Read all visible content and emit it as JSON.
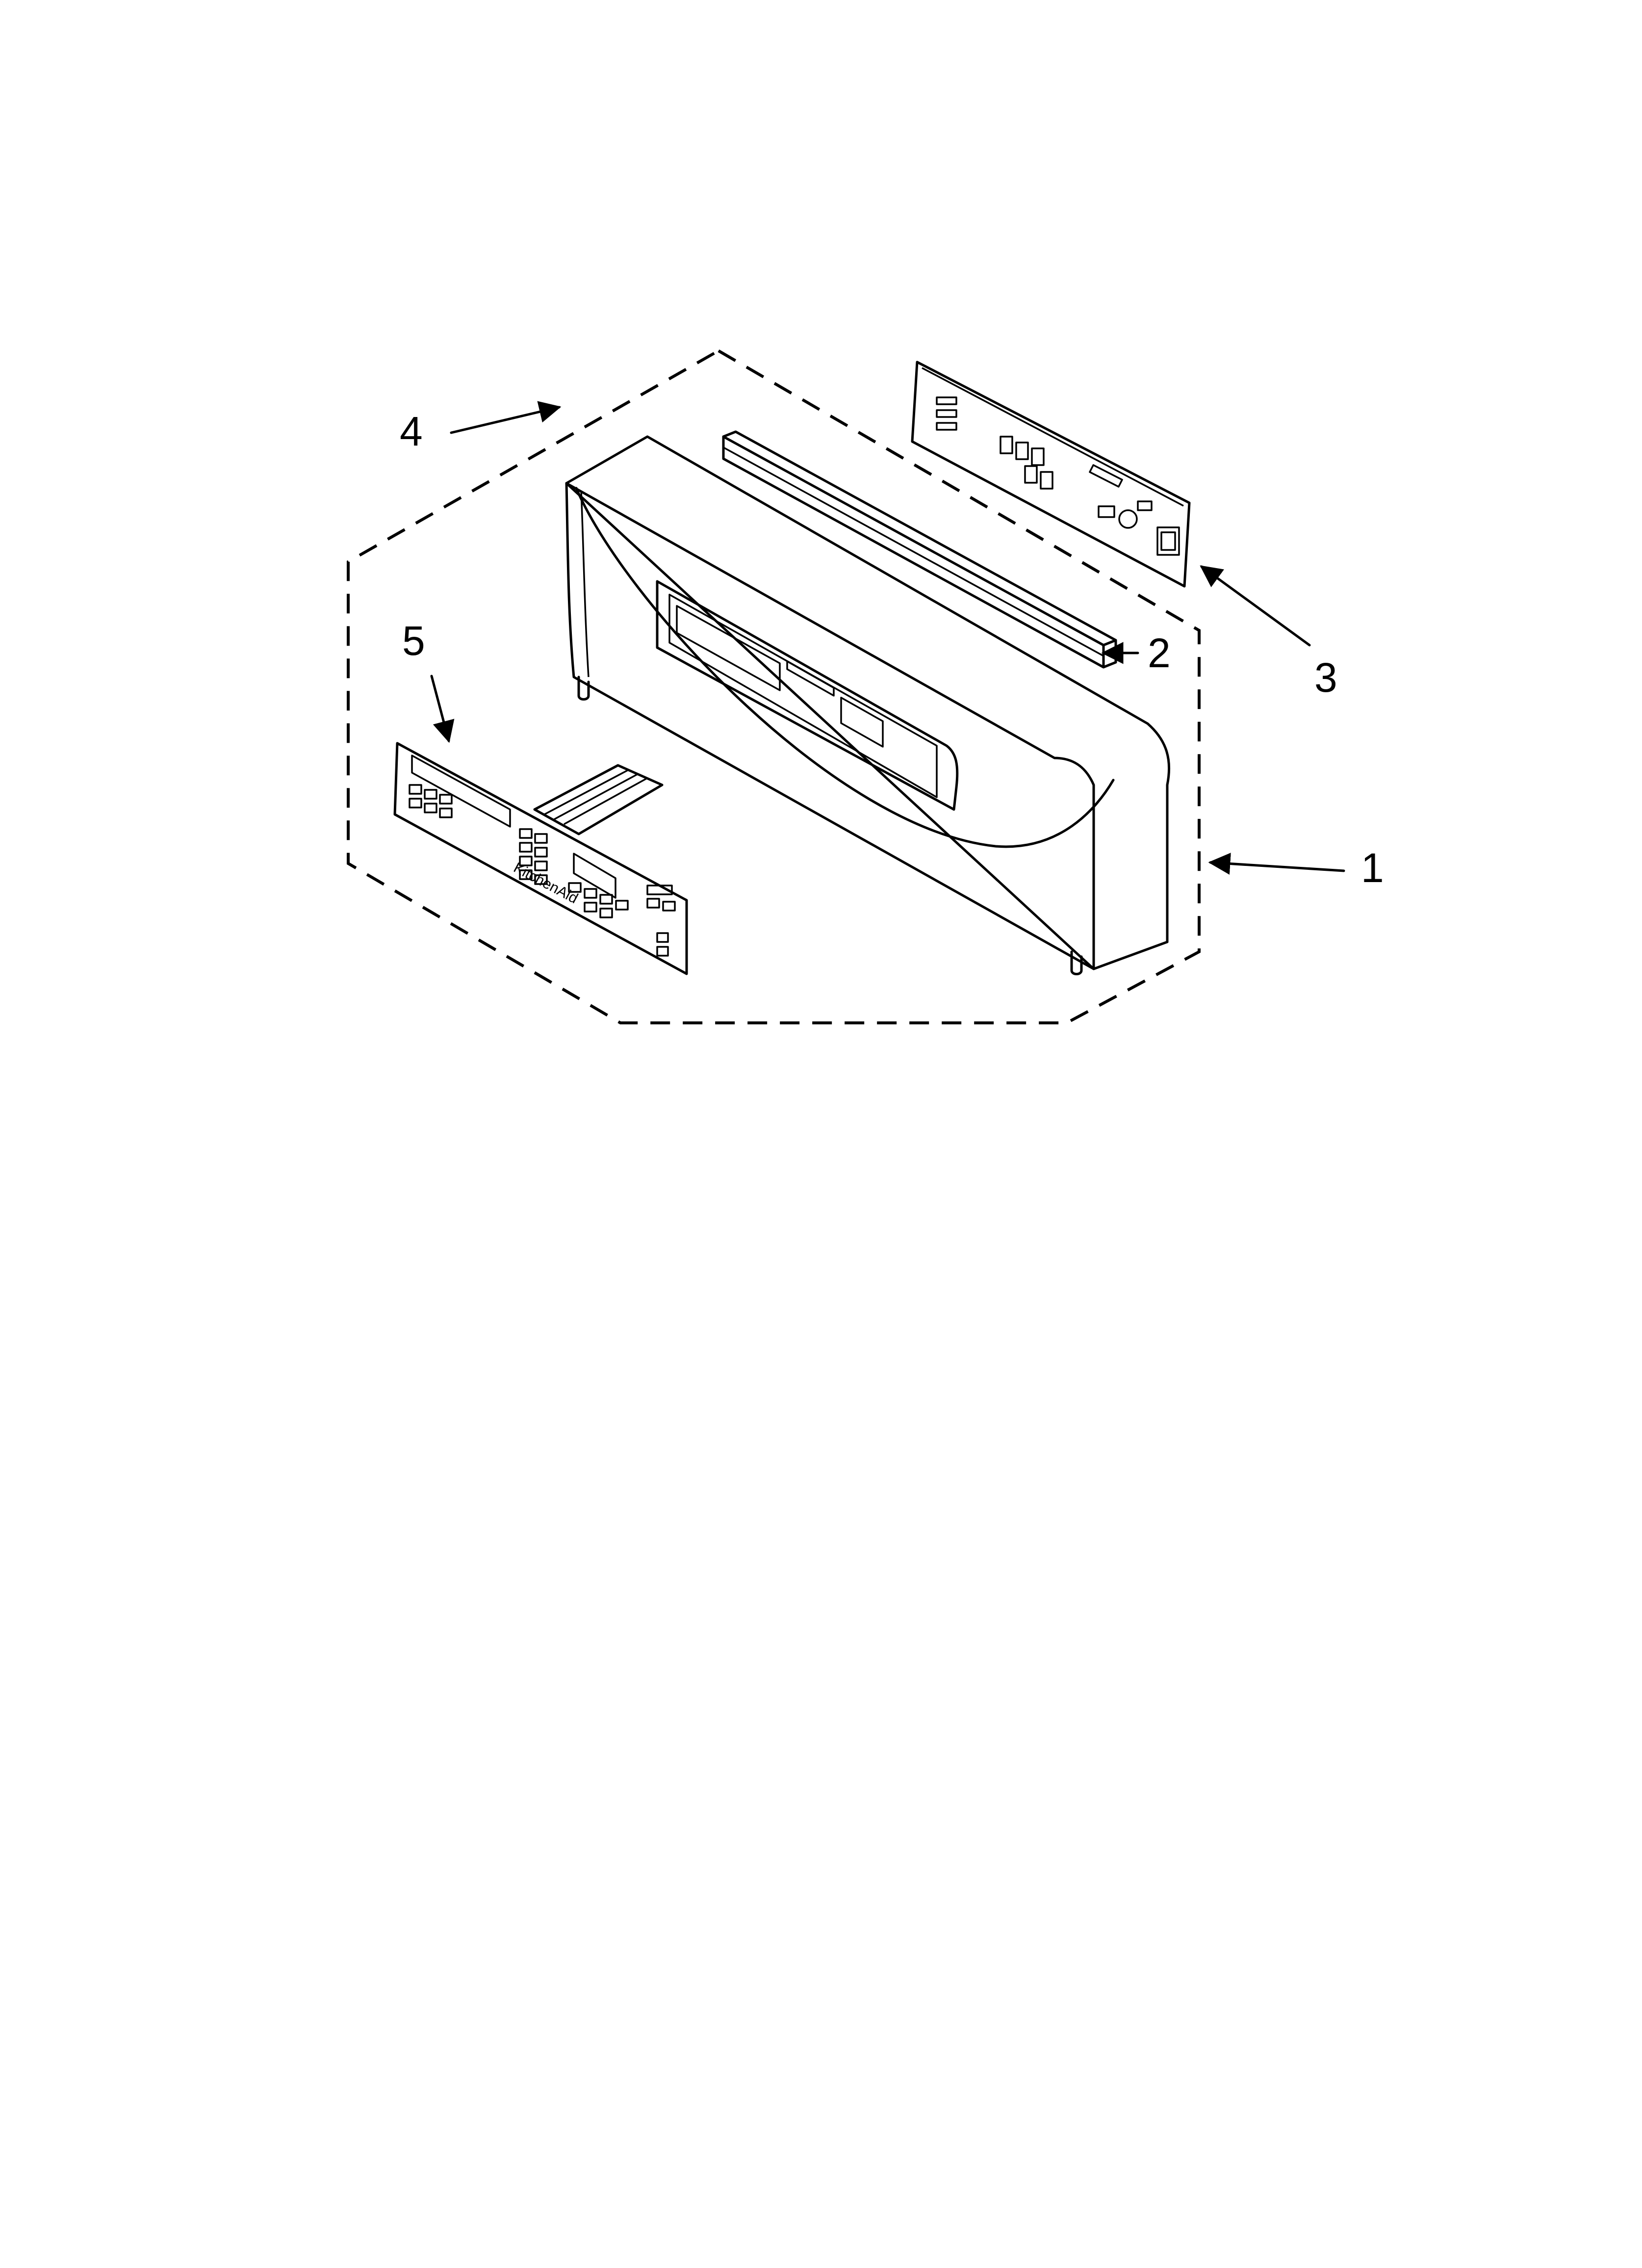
{
  "callouts": [
    {
      "label": "1",
      "part": "control-panel-assembly"
    },
    {
      "label": "2",
      "part": "support-bar"
    },
    {
      "label": "3",
      "part": "electronic-control-board"
    },
    {
      "label": "4",
      "part": "control-panel-housing"
    },
    {
      "label": "5",
      "part": "membrane-switch-overlay"
    }
  ],
  "overlay_logo_text": "KitchenAid"
}
